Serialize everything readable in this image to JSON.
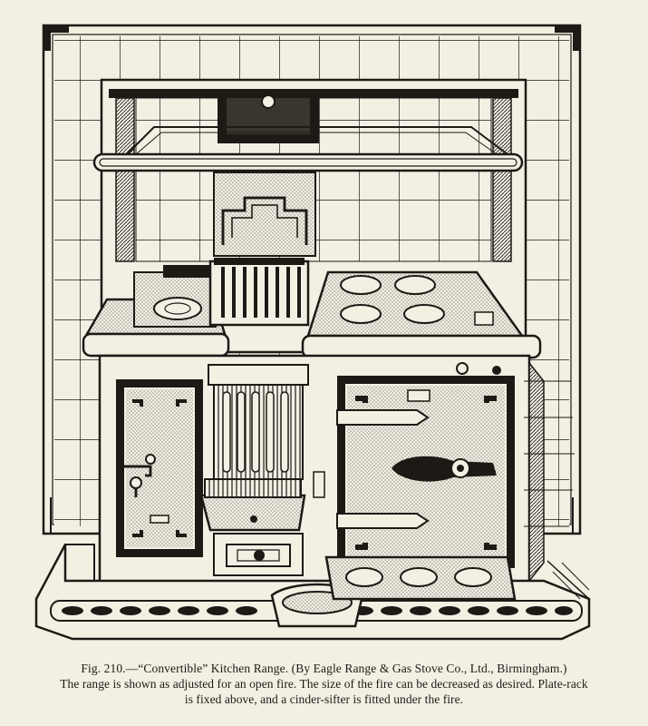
{
  "figure": {
    "subject": "kitchen-range-engraving",
    "colors": {
      "paper": "#f3efe3",
      "ink": "#1d1a16"
    }
  },
  "caption": {
    "title": "Fig. 210.—“Convertible” Kitchen Range.  (By Eagle Range & Gas Stove Co., Ltd., Birmingham.)",
    "body_line1": "The range is shown as adjusted for an open fire.  The size of the fire can be decreased as desired.  Plate-rack",
    "body_line2": "is fixed above, and a cinder-sifter is fitted under the fire."
  }
}
